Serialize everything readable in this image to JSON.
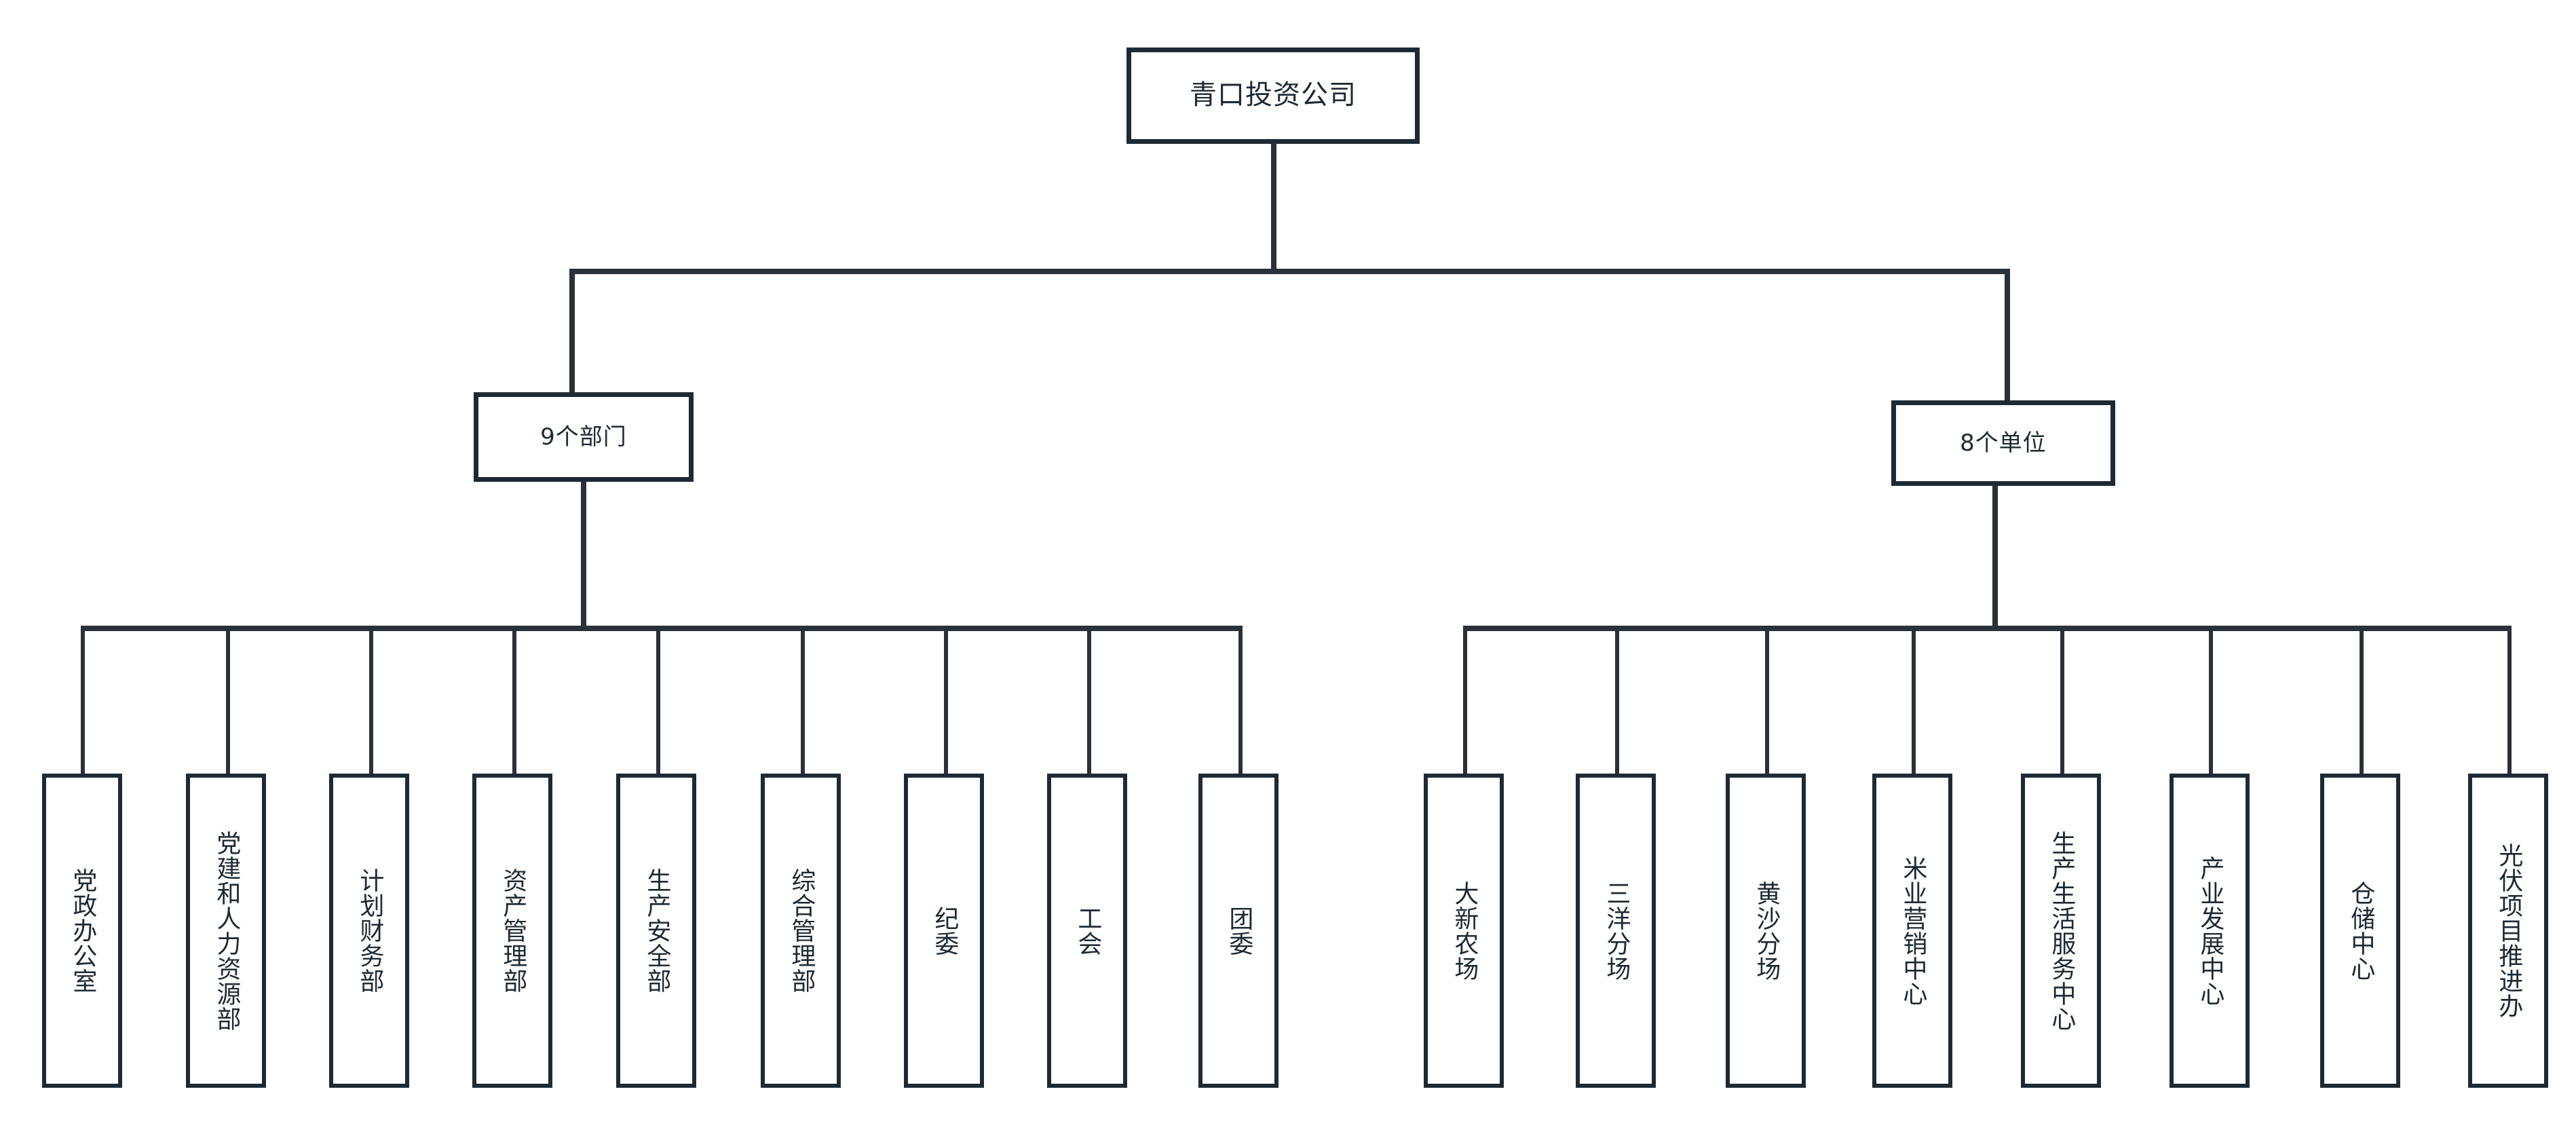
{
  "diagram": {
    "kind": "organization-chart",
    "orientation": "top-down",
    "colors": {
      "border": "#1e2a33",
      "connector": "#2b3138",
      "background": "#ffffff",
      "text": "#1e2a33"
    }
  },
  "root": {
    "label": "青口投资公司"
  },
  "branches": [
    {
      "id": "departments",
      "label": "9个部门"
    },
    {
      "id": "units",
      "label": "8个单位"
    }
  ],
  "departments": {
    "heading": "9个部门",
    "items": [
      {
        "label": "党政办公室"
      },
      {
        "label": "党建和人力资源部"
      },
      {
        "label": "计划财务部"
      },
      {
        "label": "资产管理部"
      },
      {
        "label": "生产安全部"
      },
      {
        "label": "综合管理部"
      },
      {
        "label": "纪委"
      },
      {
        "label": "工会"
      },
      {
        "label": "团委"
      }
    ]
  },
  "units": {
    "heading": "8个单位",
    "items": [
      {
        "label": "大新农场"
      },
      {
        "label": "三洋分场"
      },
      {
        "label": "黄沙分场"
      },
      {
        "label": "米业营销中心"
      },
      {
        "label": "生产生活服务中心"
      },
      {
        "label": "产业发展中心"
      },
      {
        "label": "仓储中心"
      },
      {
        "label": "光伏项目推进办"
      }
    ]
  }
}
